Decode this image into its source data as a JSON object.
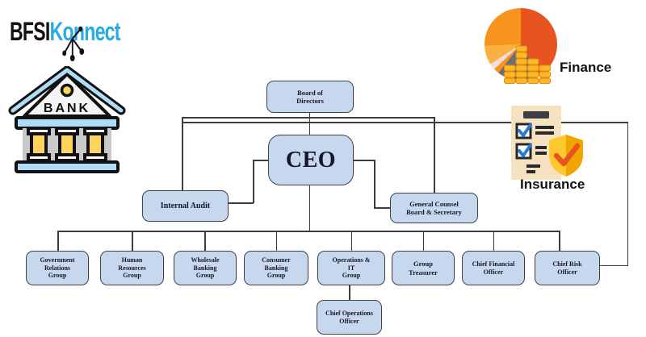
{
  "brand": {
    "text_black": "BFSI",
    "text_blue": "Konnect"
  },
  "bank_icon_label": "BANK",
  "finance": {
    "label": "Finance"
  },
  "insurance": {
    "label": "Insurance"
  },
  "colors": {
    "box_fill": "#c7d8ee",
    "box_border": "#3d4249",
    "connector": "#3c3c3c",
    "brand_blue": "#29abe2",
    "pie_red_orange": "#e8541f",
    "pie_orange": "#f7941e",
    "pie_yellow": "#fbb040",
    "pie_gray": "#6e6f72",
    "pie_pink": "#f2dcdc",
    "coin_gold": "#fcb826",
    "shield_yellow": "#ffc82e",
    "doc_beige": "#f6e2be",
    "check_blue": "#2979d6"
  },
  "org": {
    "board": {
      "l1": "Board of",
      "l2": "Directors"
    },
    "ceo": {
      "l1": "CEO"
    },
    "internal_audit": {
      "l1": "Internal Audit"
    },
    "general_counsel": {
      "l1": "General Counsel",
      "l2": "Board & Secretary"
    },
    "row": [
      {
        "l1": "Government",
        "l2": "Relations",
        "l3": "Group"
      },
      {
        "l1": "Human",
        "l2": "Resources",
        "l3": "Group"
      },
      {
        "l1": "Wholesale",
        "l2": "Banking",
        "l3": "Group"
      },
      {
        "l1": "Consumer",
        "l2": "Banking",
        "l3": "Group"
      },
      {
        "l1": "Operations &",
        "l2": "IT",
        "l3": "Group"
      },
      {
        "l1": "Group",
        "l2": "Treasurer"
      },
      {
        "l1": "Chief Financial",
        "l2": "Officer"
      },
      {
        "l1": "Chief Risk",
        "l2": "Officer"
      }
    ],
    "coo": {
      "l1": "Chief Operations",
      "l2": "Officer"
    }
  }
}
